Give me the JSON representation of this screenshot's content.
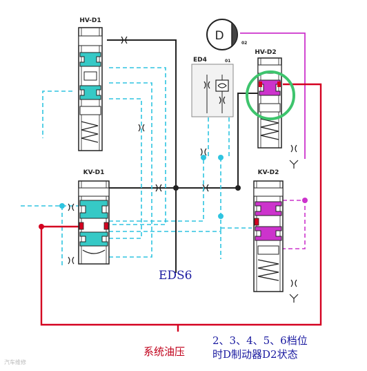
{
  "labels": {
    "hv_d1": "HV-D1",
    "kv_d1": "KV-D1",
    "hv_d2": "HV-D2",
    "kv_d2": "KV-D2",
    "ed4": "ED4",
    "port_02": "02",
    "port_01": "01",
    "d_symbol": "D"
  },
  "annotations": {
    "eds6": "EDS6",
    "system_pressure": "系统油压",
    "gear_state_line1": "2、3、4、5、6档位",
    "gear_state_line2": "时D制动器D2状态"
  },
  "watermark": "汽车维修",
  "colors": {
    "black_line": "#222222",
    "cyan_line": "#2ec4e0",
    "cyan_fill": "#36c9c6",
    "magenta": "#cc33cc",
    "red": "#d40020",
    "green_highlight": "#3ec46d",
    "caption_blue": "#1a1aa0",
    "caption_red": "#c0001a"
  }
}
